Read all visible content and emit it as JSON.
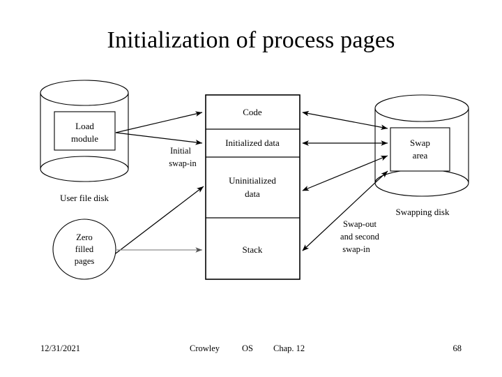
{
  "slide": {
    "title": "Initialization of process pages",
    "background_color": "#ffffff",
    "ink_color": "#000000",
    "gray_connector_color": "#8d8d8d"
  },
  "diagram": {
    "user_file_disk": {
      "caption": "User file disk",
      "inner_box_line1": "Load",
      "inner_box_line2": "module"
    },
    "zero_filled_pages": {
      "line1": "Zero",
      "line2": "filled",
      "line3": "pages"
    },
    "process_image": {
      "segments": [
        {
          "label": "Code"
        },
        {
          "label": "Initialized data"
        },
        {
          "label_line1": "Uninitialized",
          "label_line2": "data"
        },
        {
          "label": "Stack"
        }
      ]
    },
    "swapping_disk": {
      "caption": "Swapping disk",
      "inner_box_line1": "Swap",
      "inner_box_line2": "area"
    },
    "annotations": {
      "initial_swap_in_line1": "Initial",
      "initial_swap_in_line2": "swap-in",
      "swap_out_line1": "Swap-out",
      "swap_out_line2": "and second",
      "swap_out_line3": "swap-in"
    }
  },
  "footer": {
    "date": "12/31/2021",
    "author": "Crowley",
    "course": "OS",
    "chapter": "Chap. 12",
    "page_number": "68"
  }
}
